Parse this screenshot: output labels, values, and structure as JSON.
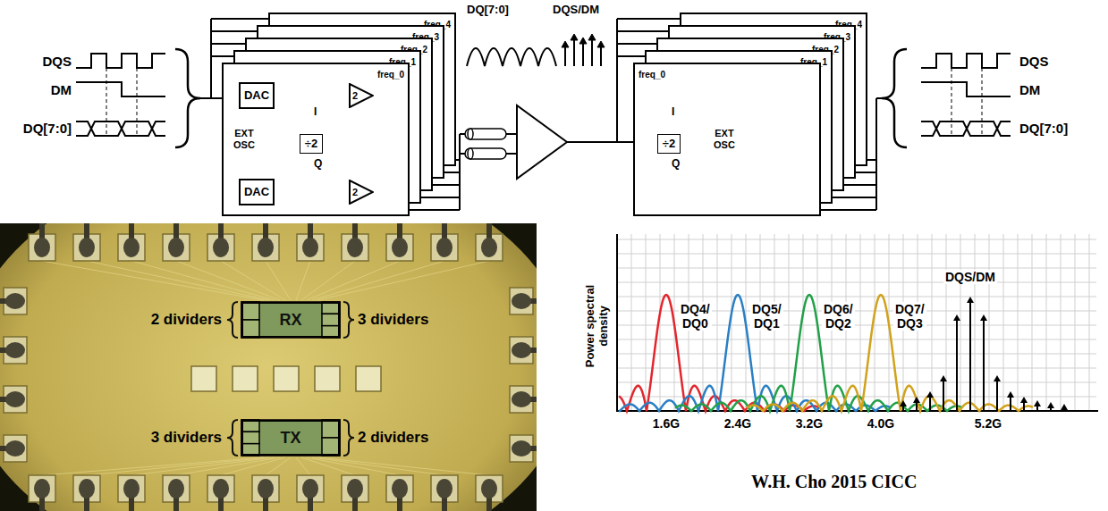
{
  "diagram": {
    "caption": "W.H. Cho 2015 CICC",
    "nodes": [
      {
        "text": [
          "freq_4"
        ]
      },
      {
        "text": [
          "freq_3"
        ]
      },
      {
        "text": [
          "freq_2"
        ]
      },
      {
        "text": [
          "freq_1"
        ]
      },
      {
        "text": [
          "freq_0"
        ]
      },
      {
        "text": [
          "DAC"
        ],
        "in": 4
      },
      {
        "text": [
          "DAC"
        ],
        "in": 4
      },
      {
        "text": [
          "÷2"
        ],
        "in": 4
      },
      {
        "text": [
          "2"
        ],
        "in": 4
      },
      {
        "text": [
          "2"
        ],
        "in": 4
      },
      {
        "text": [
          "freq_4"
        ]
      },
      {
        "text": [
          "freq_3"
        ]
      },
      {
        "text": [
          "freq_2"
        ]
      },
      {
        "text": [
          "freq_1"
        ]
      },
      {
        "text": [
          "freq_0"
        ]
      },
      {
        "text": [
          "÷2"
        ],
        "in": 14
      },
      {
        "text": [
          "RX"
        ]
      },
      {
        "text": [
          "TX"
        ]
      }
    ],
    "edges": [
      {
        "from": 5,
        "to": 8,
        "arrow": "to"
      },
      {
        "from": 6,
        "to": 9,
        "arrow": "to"
      }
    ],
    "labels": [
      "DQS",
      "DM",
      "DQ[7:0]",
      "EXT OSC",
      "I",
      "Q",
      "DQ[7:0]",
      "DQS/DM",
      "I",
      "Q",
      "EXT OSC",
      "DQS",
      "DM",
      "DQ[7:0]",
      "2 dividers",
      "3 dividers",
      "3 dividers",
      "2 dividers",
      "Power spectral density",
      "DQ4/ DQ0",
      "DQ5/ DQ1",
      "DQ6/ DQ2",
      "DQ7/ DQ3",
      "DQS/DM",
      "1.6G",
      "2.4G",
      "3.2G",
      "4.0G",
      "5.2G"
    ]
  }
}
